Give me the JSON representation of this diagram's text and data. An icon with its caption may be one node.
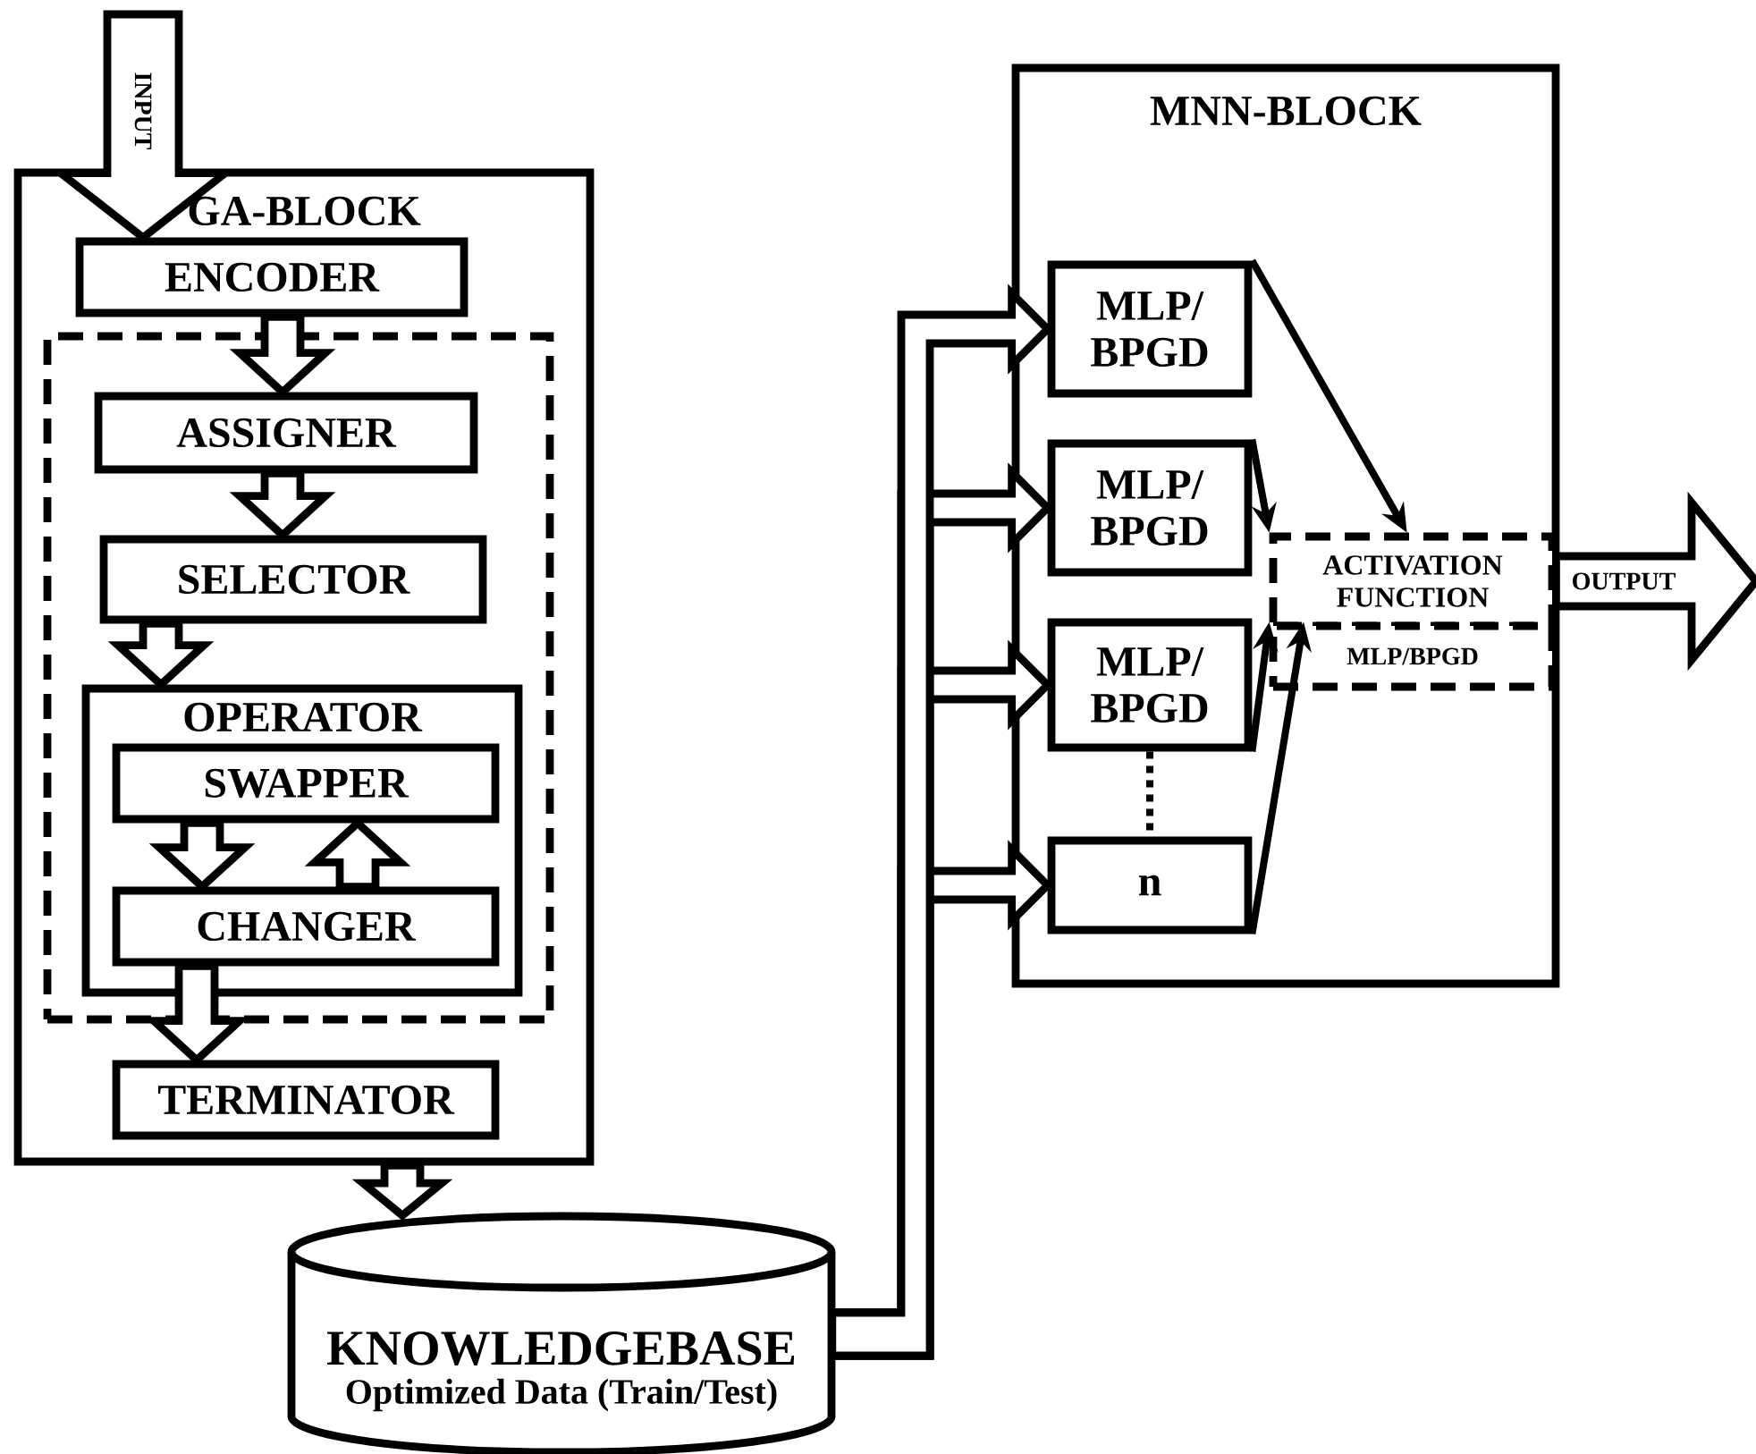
{
  "diagram": {
    "nodes": [
      {
        "text": [
          "GA-BLOCK"
        ]
      },
      {
        "text": [
          "ENCODER"
        ],
        "in": 0
      },
      {
        "text": [],
        "shape": "box",
        "in": 0
      },
      {
        "text": [
          "ASSIGNER"
        ],
        "in": 2
      },
      {
        "text": [
          "SELECTOR"
        ],
        "in": 2
      },
      {
        "text": [
          "OPERATOR"
        ],
        "in": 2
      },
      {
        "text": [
          "SWAPPER"
        ],
        "in": 5
      },
      {
        "text": [
          "CHANGER"
        ],
        "in": 5
      },
      {
        "text": [
          "TERMINATOR"
        ],
        "in": 0
      },
      {
        "text": [
          "KNOWLEDGEBASE",
          "Optimized Data (Train/Test)"
        ]
      },
      {
        "text": [
          "MNN-BLOCK"
        ]
      },
      {
        "text": [
          "MLP/ BPGD"
        ],
        "in": 10
      },
      {
        "text": [
          "MLP/ BPGD"
        ],
        "in": 10
      },
      {
        "text": [
          "MLP/ BPGD"
        ],
        "in": 10
      },
      {
        "text": [
          "n"
        ],
        "in": 10
      },
      {
        "text": [
          "ACTIVATION FUNCTION"
        ],
        "in": 10
      },
      {
        "text": [
          "MLP/BPGD"
        ],
        "in": 10
      }
    ],
    "edges": [
      {
        "from": null,
        "to": 1,
        "arrow": "to",
        "label": "INPUT"
      },
      {
        "from": 1,
        "to": 3,
        "arrow": "to"
      },
      {
        "from": 3,
        "to": 4,
        "arrow": "to"
      },
      {
        "from": 4,
        "to": 5,
        "arrow": "to"
      },
      {
        "from": 6,
        "to": 7,
        "arrow": "to"
      },
      {
        "from": 7,
        "to": 6,
        "arrow": "to"
      },
      {
        "from": 7,
        "to": 8,
        "arrow": "to"
      },
      {
        "from": 0,
        "to": 9,
        "arrow": "to"
      },
      {
        "from": 9,
        "to": 14,
        "arrow": "to"
      },
      {
        "from": 9,
        "to": 13,
        "arrow": "to"
      },
      {
        "from": 9,
        "to": 12,
        "arrow": "to"
      },
      {
        "from": 9,
        "to": 11,
        "arrow": "to"
      },
      {
        "from": 11,
        "to": 15,
        "arrow": "to"
      },
      {
        "from": 12,
        "to": 15,
        "arrow": "to"
      },
      {
        "from": 13,
        "to": 16,
        "arrow": "to"
      },
      {
        "from": 14,
        "to": 16,
        "arrow": "to"
      },
      {
        "from": 13,
        "to": 14,
        "arrow": "none",
        "style": "dashed"
      },
      {
        "from": 15,
        "to": null,
        "arrow": "to",
        "label": "OUTPUT"
      }
    ]
  }
}
